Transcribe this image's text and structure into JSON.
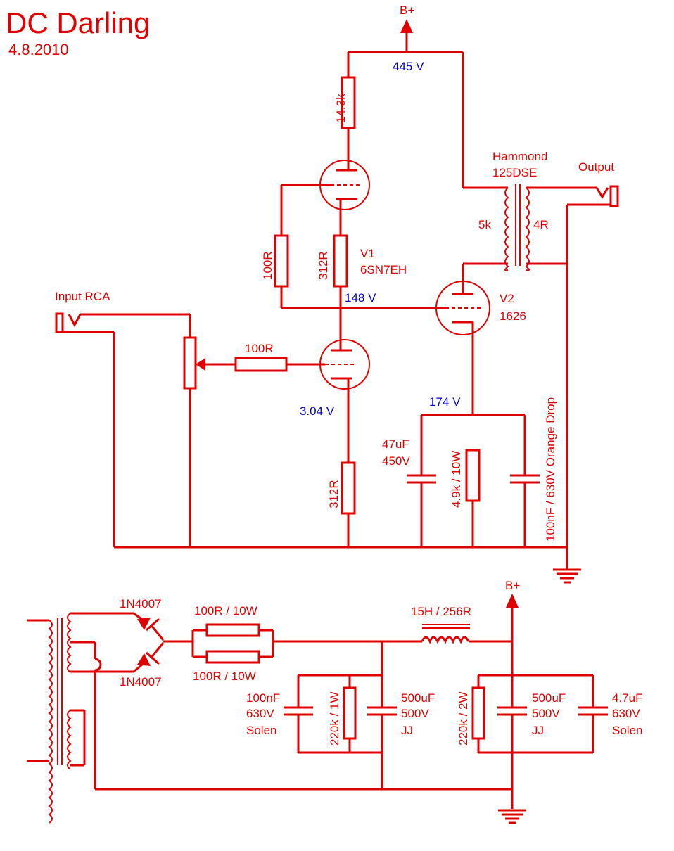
{
  "title": "DC Darling",
  "date": "4.8.2010",
  "supply": {
    "bplus_top": "B+",
    "bplus_psu": "B+"
  },
  "voltages": {
    "v445": "445 V",
    "v148": "148 V",
    "v304": "3.04 V",
    "v174": "174 V"
  },
  "amp": {
    "r_plate": "14.3k",
    "r_grid_v1top": "100R",
    "r_cathode_v1top": "312R",
    "v1_name": "V1",
    "v1_type": "6SN7EH",
    "input_label": "Input RCA",
    "r_input_grid": "100R",
    "r_cathode_v1bot": "312R",
    "output_label": "Output",
    "transformer_name": "Hammond",
    "transformer_model": "125DSE",
    "primary": "5k",
    "secondary": "4R",
    "v2_name": "V2",
    "v2_type": "1626",
    "cap_cathode_1": "47uF",
    "cap_cathode_2": "450V",
    "r_cathode_v2": "4.9k / 10W",
    "cap_bypass": "100nF / 630V Orange Drop"
  },
  "psu": {
    "diode_top": "1N4007",
    "diode_bot": "1N4007",
    "r_top": "100R / 10W",
    "r_bot": "100R / 10W",
    "choke": "15H / 256R",
    "c1_1": "100nF",
    "c1_2": "630V",
    "c1_3": "Solen",
    "r_bleed1": "220k / 1W",
    "c2_1": "500uF",
    "c2_2": "500V",
    "c2_3": "JJ",
    "r_bleed2": "220k / 2W",
    "c3_1": "500uF",
    "c3_2": "500V",
    "c3_3": "JJ",
    "c4_1": "4.7uF",
    "c4_2": "630V",
    "c4_3": "Solen"
  }
}
